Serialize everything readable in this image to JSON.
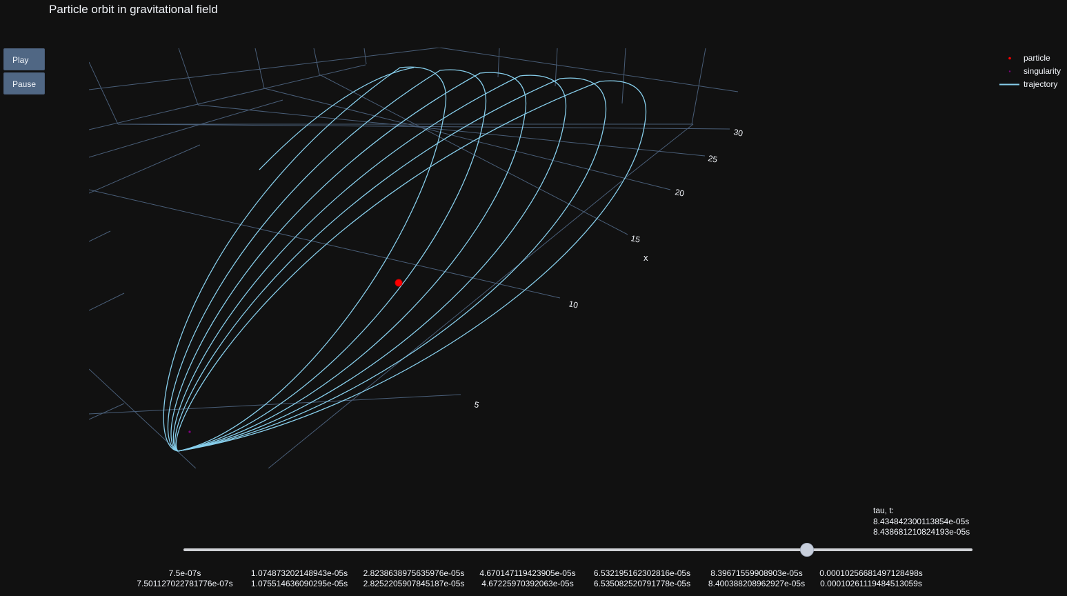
{
  "title": "Particle orbit in gravitational field",
  "controls": {
    "play_label": "Play",
    "pause_label": "Pause"
  },
  "colors": {
    "background": "#111111",
    "trajectory": "#87ceeb",
    "particle": "#ff0000",
    "singularity": "#800080",
    "grid": "#506784",
    "button": "#506784"
  },
  "legend": {
    "particle_label": "particle",
    "singularity_label": "singularity",
    "trajectory_label": "trajectory"
  },
  "chart_data": {
    "type": "scatter3d",
    "title": "Particle orbit in gravitational field",
    "axis_x_label": "x",
    "axis_x_ticks": [
      "5",
      "10",
      "15",
      "20",
      "25",
      "30"
    ],
    "series": [
      {
        "name": "trajectory",
        "mode": "lines",
        "loops": 6
      },
      {
        "name": "particle",
        "mode": "markers"
      },
      {
        "name": "singularity",
        "mode": "markers"
      }
    ],
    "grid": true,
    "legend_position": "top-right"
  },
  "slider": {
    "current_prefix": "tau, t:",
    "current_tau": "8.434842300113854e-05s",
    "current_t": "8.438681210824193e-05s",
    "position": 0.79,
    "ticks": [
      {
        "tau": "7.5e-07s",
        "t": "7.501127022781776e-07s"
      },
      {
        "tau": "1.074873202148943e-05s",
        "t": "1.075514636090295e-05s"
      },
      {
        "tau": "2.8238638975635976e-05s",
        "t": "2.8252205907845187e-05s"
      },
      {
        "tau": "4.670147119423905e-05s",
        "t": "4.67225970392063e-05s"
      },
      {
        "tau": "6.532195162302816e-05s",
        "t": "6.535082520791778e-05s"
      },
      {
        "tau": "8.39671559908903e-05s",
        "t": "8.400388208962927e-05s"
      },
      {
        "tau": "0.00010256681497128498s",
        "t": "0.00010261119484513059s"
      }
    ]
  }
}
